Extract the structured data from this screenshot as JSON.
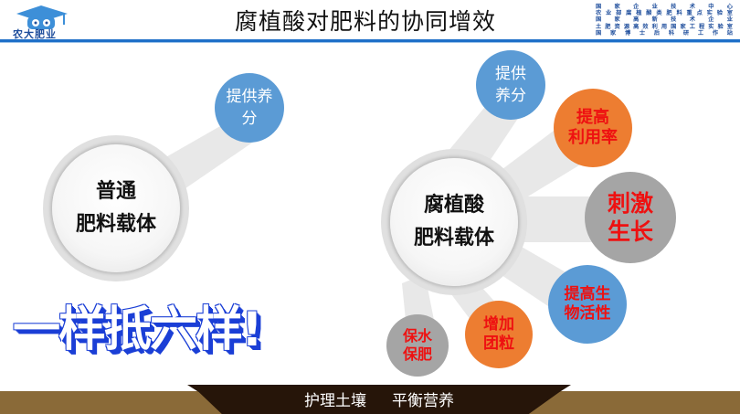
{
  "header": {
    "title": "腐植酸对肥料的协同增效",
    "logo_text": "农大肥业",
    "org_lines": [
      "国家企业技术中心",
      "农业部腐植酸类肥料重点实验室",
      "国家高新技术企业",
      "土肥资源高效利用国家工程实验室",
      "国家博士后科研工作站"
    ]
  },
  "left_diagram": {
    "center": [
      "普通",
      "肥料载体"
    ],
    "nodes": [
      {
        "lines": [
          "提供养",
          "分"
        ],
        "color": "#5b9bd5"
      }
    ]
  },
  "right_diagram": {
    "center": [
      "腐植酸",
      "肥料载体"
    ],
    "nodes": [
      {
        "lines": [
          "提供",
          "养分"
        ],
        "color": "#5b9bd5"
      },
      {
        "lines": [
          "提高",
          "利用率"
        ],
        "color": "#ed7d31"
      },
      {
        "lines": [
          "刺激",
          "生长"
        ],
        "color": "#a5a5a5"
      },
      {
        "lines": [
          "提高生",
          "物活性"
        ],
        "color": "#5b9bd5"
      },
      {
        "lines": [
          "增加",
          "团粒"
        ],
        "color": "#ed7d31"
      },
      {
        "lines": [
          "保水",
          "保肥"
        ],
        "color": "#a5a5a5"
      }
    ]
  },
  "slogan": "一样抵六样!",
  "footer": {
    "left": "护理土壤",
    "right": "平衡营养"
  }
}
